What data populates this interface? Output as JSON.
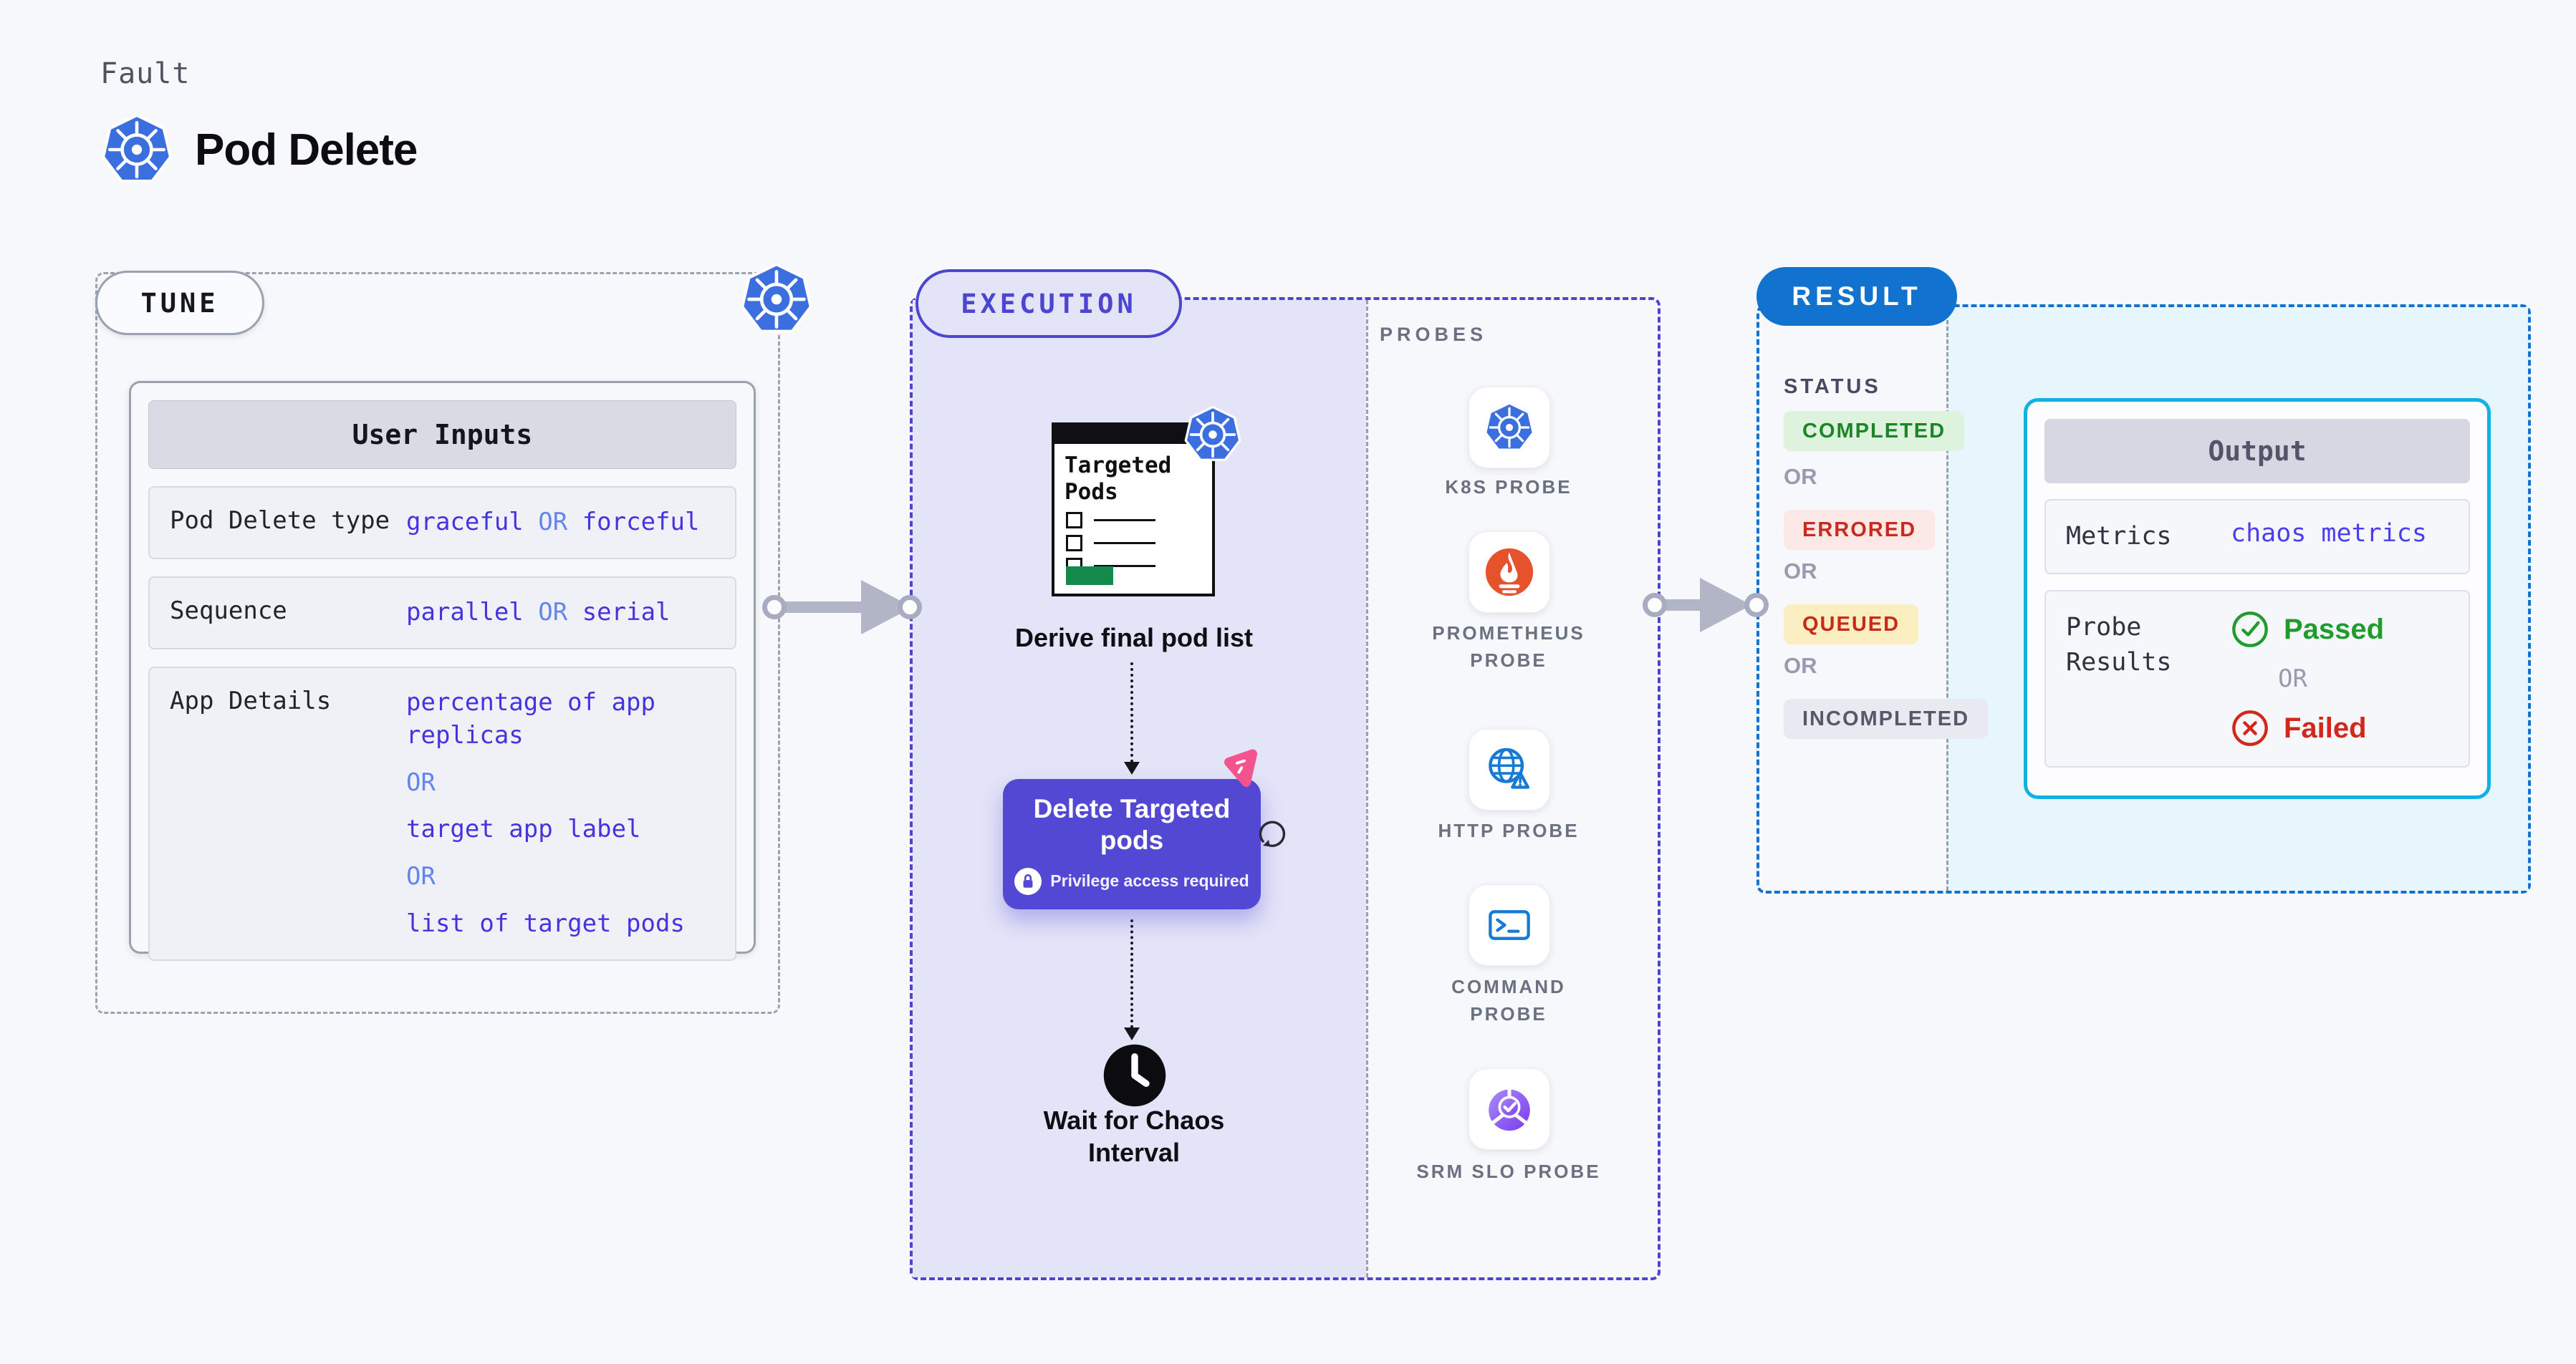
{
  "header": {
    "category": "Fault",
    "title": "Pod Delete",
    "icon": "kubernetes-icon"
  },
  "colors": {
    "background": "#f6f8fb",
    "tune_border_grey": "#9ca3af",
    "execution_accent_indigo": "#4b45d0",
    "execution_panel_lavender": "#e3e4f8",
    "result_accent_blue": "#1272d0",
    "output_border_cyan": "#13b0e4",
    "kubernetes_blue": "#3b6fe0",
    "delete_button_indigo": "#5348d4",
    "chaos_pink": "#f4548e",
    "passed_green": "#1f9c2d",
    "failed_red": "#d2281c",
    "value_blue": "#4334df",
    "or_light_blue": "#6286f0"
  },
  "tune": {
    "badge": "TUNE",
    "user_inputs": {
      "title": "User Inputs",
      "or": "OR",
      "rows": [
        {
          "label": "Pod Delete type",
          "option_a": "graceful",
          "option_b": "forceful"
        },
        {
          "label": "Sequence",
          "option_a": "parallel",
          "option_b": "serial"
        },
        {
          "label": "App Details",
          "options": [
            "percentage of app replicas",
            "target app label",
            "list of target pods"
          ]
        }
      ]
    }
  },
  "execution": {
    "badge": "EXECUTION",
    "targeted_pods_card": {
      "title": "Targeted Pods",
      "icon": "kubernetes-icon"
    },
    "derive_step_label": "Derive final pod list",
    "delete_step": {
      "label": "Delete Targeted pods",
      "note": "Privilege access required",
      "lock_icon": "lock-icon",
      "loop_icon": "refresh-icon",
      "chaos_icon": "chaos-pink-icon"
    },
    "wait_step_label": "Wait for Chaos Interval",
    "wait_icon": "clock-icon",
    "probes": {
      "heading": "PROBES",
      "items": [
        {
          "label": "K8S PROBE",
          "icon": "kubernetes-icon"
        },
        {
          "label": "PROMETHEUS PROBE",
          "icon": "prometheus-icon"
        },
        {
          "label": "HTTP PROBE",
          "icon": "http-globe-icon"
        },
        {
          "label": "COMMAND PROBE",
          "icon": "terminal-icon"
        },
        {
          "label": "SRM SLO PROBE",
          "icon": "srm-slo-icon"
        }
      ]
    }
  },
  "result": {
    "badge": "RESULT",
    "status": {
      "heading": "STATUS",
      "or": "OR",
      "badges": [
        {
          "label": "COMPLETED",
          "tone": "green"
        },
        {
          "label": "ERRORED",
          "tone": "red"
        },
        {
          "label": "QUEUED",
          "tone": "yellow"
        },
        {
          "label": "INCOMPLETED",
          "tone": "grey"
        }
      ]
    },
    "output": {
      "title": "Output",
      "metrics_label": "Metrics",
      "metrics_value": "chaos metrics",
      "probe_results_label": "Probe Results",
      "passed": "Passed",
      "or": "OR",
      "failed": "Failed",
      "passed_icon": "check-circle-icon",
      "failed_icon": "x-circle-icon"
    }
  }
}
